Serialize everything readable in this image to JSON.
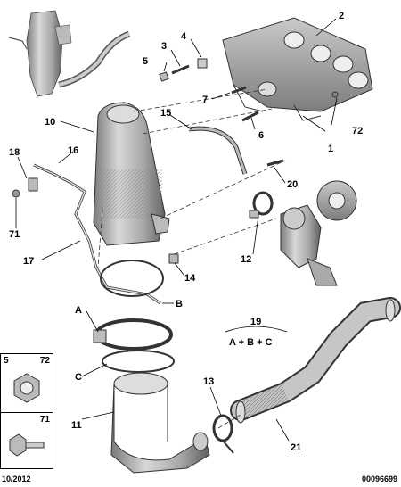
{
  "labels": {
    "p1": "1",
    "p2": "2",
    "p3": "3",
    "p4": "4",
    "p5": "5",
    "p6": "6",
    "p7": "7",
    "p10": "10",
    "p11": "11",
    "p12": "12",
    "p13": "13",
    "p14": "14",
    "p15": "15",
    "p16": "16",
    "p17": "17",
    "p18": "18",
    "p19": "19",
    "p20": "20",
    "p21": "21",
    "p71": "71",
    "p72": "72",
    "pA": "A",
    "pB": "B",
    "pC": "C"
  },
  "formula": "A + B + C",
  "legend_box": {
    "top_left": "5",
    "top_right": "72",
    "bottom": "71"
  },
  "footer": {
    "date": "10/2012",
    "code": "00096699"
  }
}
